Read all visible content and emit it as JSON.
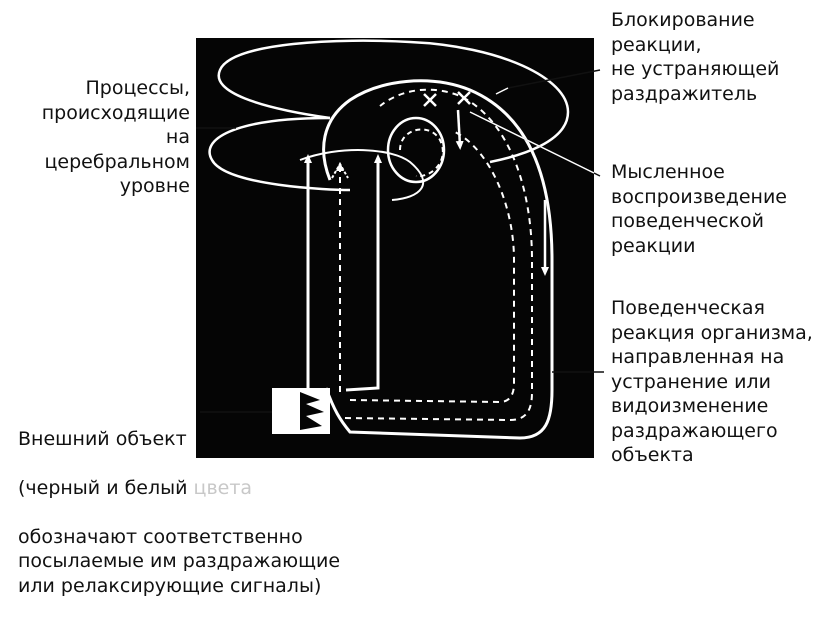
{
  "labels": {
    "cerebral": "Процессы,\nпроисходящие\nна церебральном\nуровне",
    "blocking": "Блокирование\nреакции,\nне устраняющей\nраздражитель",
    "mental": "Мысленное\nвоспроизведение\nповеденческой\nреакции",
    "behavioral": "Поведенческая\nреакция организма,\nнаправленная на\nустранение или\nвидоизменение\nраздражающего\nобъекта",
    "external_line1": "Внешний объект",
    "external_line2_a": "(черный и белый ",
    "external_line2_b": "цвета",
    "external_rest": "обозначают соответственно\nпосылаемые им раздражающие\nили релаксирующие сигналы)"
  },
  "colors": {
    "background": "#ffffff",
    "panel": "#050505",
    "stroke": "#ffffff",
    "text": "#111111",
    "leader": "#111111"
  }
}
